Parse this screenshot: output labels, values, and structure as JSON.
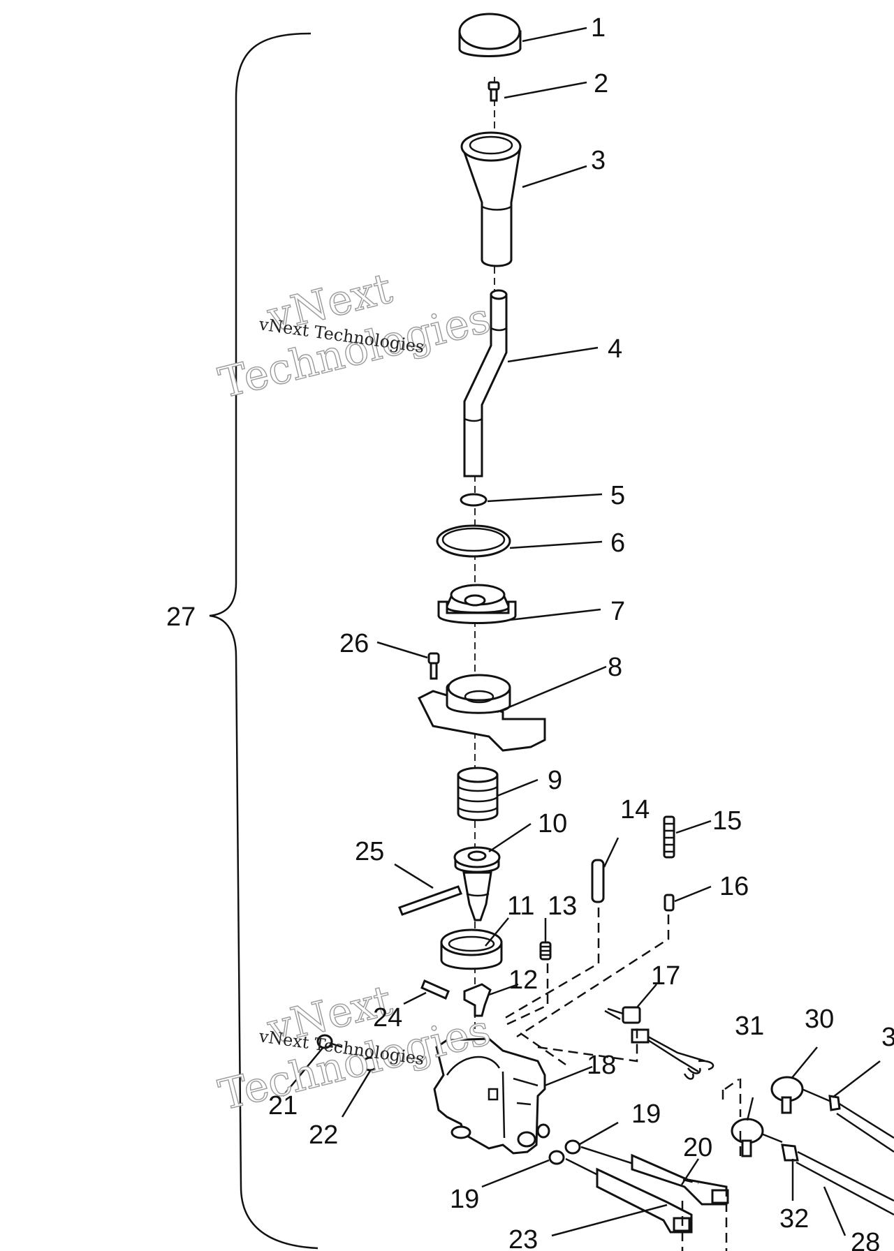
{
  "labels": {
    "l1": "1",
    "l2": "2",
    "l3": "3",
    "l4": "4",
    "l5": "5",
    "l6": "6",
    "l7": "7",
    "l8": "8",
    "l9": "9",
    "l10": "10",
    "l11": "11",
    "l12": "12",
    "l13": "13",
    "l14": "14",
    "l15": "15",
    "l16": "16",
    "l17": "17",
    "l18": "18",
    "l19a": "19",
    "l19b": "19",
    "l20": "20",
    "l21": "21",
    "l22": "22",
    "l23": "23",
    "l24": "24",
    "l25": "25",
    "l26": "26",
    "l27": "27",
    "l28": "28",
    "l30": "30",
    "l31": "31",
    "l32": "32",
    "l33": "3"
  },
  "watermark": {
    "big_top": "vNext",
    "big_bottom": "Technologies",
    "small": "vNext Technologies"
  }
}
